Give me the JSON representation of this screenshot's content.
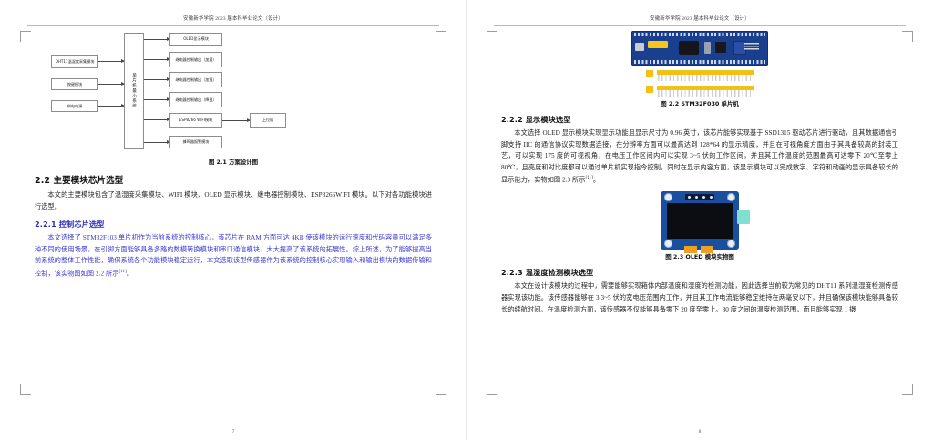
{
  "document": {
    "running_header": "安徽新华学院 2023 届本科毕业论文（设计）",
    "left_page_number": "7",
    "right_page_number": "8"
  },
  "left_page": {
    "figure_2_1": {
      "caption": "图 2.1 方案设计图",
      "input_blocks": [
        "DHT11温湿度采集模块",
        "按键模块",
        "供电电源"
      ],
      "center_block": "单片机最小系统",
      "output_blocks": [
        "OLED显示模块",
        "继电器控制输出（加湿）",
        "继电器控制输出（加温）",
        "继电器控制输出（降温）",
        "ESP8266 WIFI模块",
        "蜂鸣器报警模块"
      ],
      "terminal_block": "上位机"
    },
    "section_2_2": {
      "heading": "2.2 主要模块芯片选型",
      "paragraph": "本文的主要模块包含了温湿度采集模块、WIFI 模块、OLED 显示模块、继电器控制模块、ESP8266WIFI 模块。以下对各功能模块进行选型。"
    },
    "section_2_2_1": {
      "heading": "2.2.1 控制芯片选型",
      "paragraph": "本文选择了 STM32F103 单片机作为当前系统的控制核心，该芯片在 RAM 方面可达 4KB 使该模块的运行速度和代码容量可以满足多种不同的使用场景，在引脚方面能够具备多路的数模转换模块和串口通信模块，大大提高了该系统的拓展性。综上所述，为了能够提高当前系统的整体工作性能，确保系统各个功能模块稳定运行，本文选取该型传感器作为该系统的控制核心实现输入和输出模块的数据传输和控制，该实物图如图 2.2 所示",
      "reference_mark": "[11]",
      "paragraph_tail": "。"
    }
  },
  "right_page": {
    "figure_2_2": {
      "caption": "图 2.2 STM32F030 单片机"
    },
    "section_2_2_2": {
      "heading": "2.2.2 显示模块选型",
      "paragraph": "本文选择 OLED 显示模块实现显示功能且显示尺寸为 0.96 英寸，该芯片能够实现基于 SSD1315 驱动芯片进行驱动，且其数据通信引脚支持 IIC 的通信协议实现数据连接，在分辨率方面可以最高达到 128*64 的显示精度，并且在可视角度方面由于其具备较高的封装工艺，可以实现 175 度的可视视角，在电压工作区间内可以实现 3~5 伏的工作区间，并且其工作温度的范围最高可达零下 20℃至零上 80℃，且亮度和对比度都可以通过单片机实现指令控制，同时在显示内容方面，该显示模块可以完成数字、字符和动画的显示具备较长的显示能力，实物如图 2.3 所示",
      "reference_mark": "[11]",
      "paragraph_tail": "。"
    },
    "figure_2_3": {
      "caption": "图 2.3 OLED 模块实物图"
    },
    "section_2_2_3": {
      "heading": "2.2.3 温湿度检测模块选型",
      "paragraph": "本文在设计该模块的过程中，需要能够实现箱体内部温度和湿度的检测功能，因此选择当前较为常见的 DHT11 系列温湿度检测传感器实现该功能。该传感器能够在 3.3~5 伏的宽电压范围内工作，并且其工作电流能够稳定维持在两毫安以下，并且确保该模块能够具备较长的续航时间。在温度检测方面，该传感器不仅能够具备零下 20 度至零上。80 度之间的温度检测范围，而且能够实现 1 摄"
    }
  },
  "colors": {
    "highlight_text": "#3a3ad0",
    "pcb_blue": "#1b3f8f",
    "header_yellow": "#f2c116",
    "oled_blue": "#1a4fa0"
  }
}
